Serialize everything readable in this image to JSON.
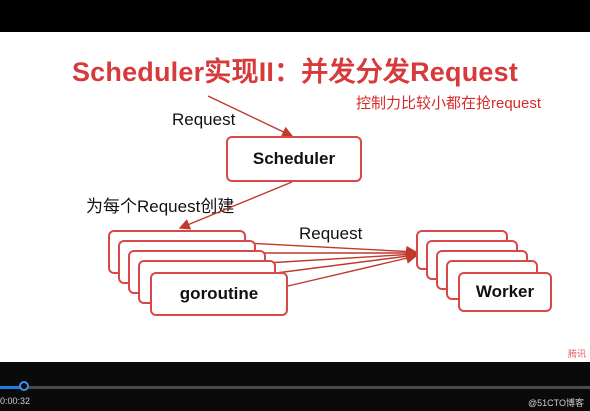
{
  "slide": {
    "title": "Scheduler实现II：并发分发Request",
    "note": "控制力比较小都在抢request",
    "labels": {
      "request_top": "Request",
      "create_each": "为每个Request创建",
      "request_mid": "Request"
    },
    "boxes": {
      "scheduler": "Scheduler",
      "goroutine": "goroutine",
      "worker": "Worker"
    },
    "colors": {
      "accent": "#d63a3a",
      "box_border": "#d94848",
      "arrow": "#c0392b"
    }
  },
  "player": {
    "time": "0:00:32",
    "watermark": "@51CTO博客",
    "brand": "腾讯",
    "progress": 0.04,
    "colors": {
      "progress": "#1e7be0"
    }
  }
}
